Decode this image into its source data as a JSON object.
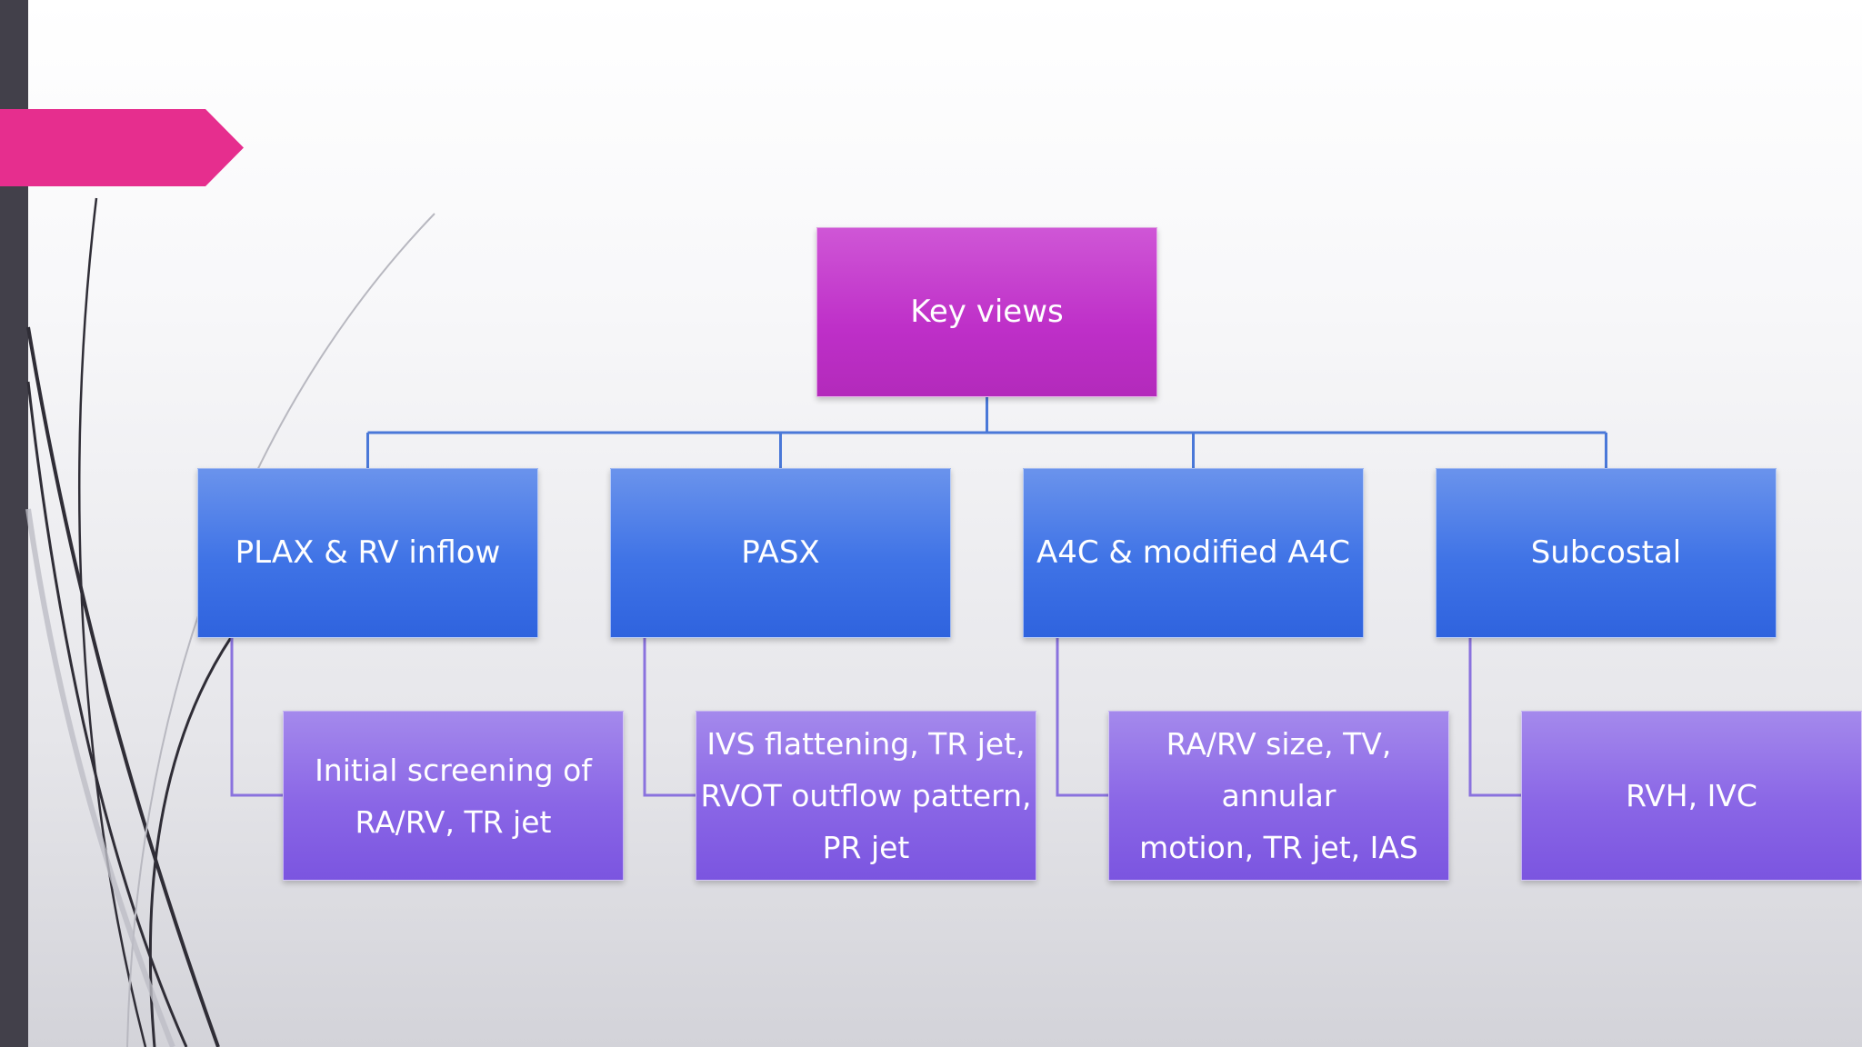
{
  "diagram": {
    "root": {
      "label": "Key views"
    },
    "categories": [
      {
        "label": "PLAX & RV inflow",
        "detail": "Initial screening of\nRA/RV, TR jet"
      },
      {
        "label": "PASX",
        "detail": "IVS flattening, TR jet,\nRVOT outflow pattern,\nPR jet"
      },
      {
        "label": "A4C & modified A4C",
        "detail": "RA/RV size, TV, annular\nmotion, TR jet, IAS"
      },
      {
        "label": "Subcostal",
        "detail": "RVH, IVC"
      }
    ]
  },
  "colors": {
    "root": "#be2fc8",
    "category": "#3f73e6",
    "detail": "#8a66e6",
    "connector": "#4a78d8",
    "accent_tag": "#e62e8e",
    "left_bar": "#42404a"
  }
}
